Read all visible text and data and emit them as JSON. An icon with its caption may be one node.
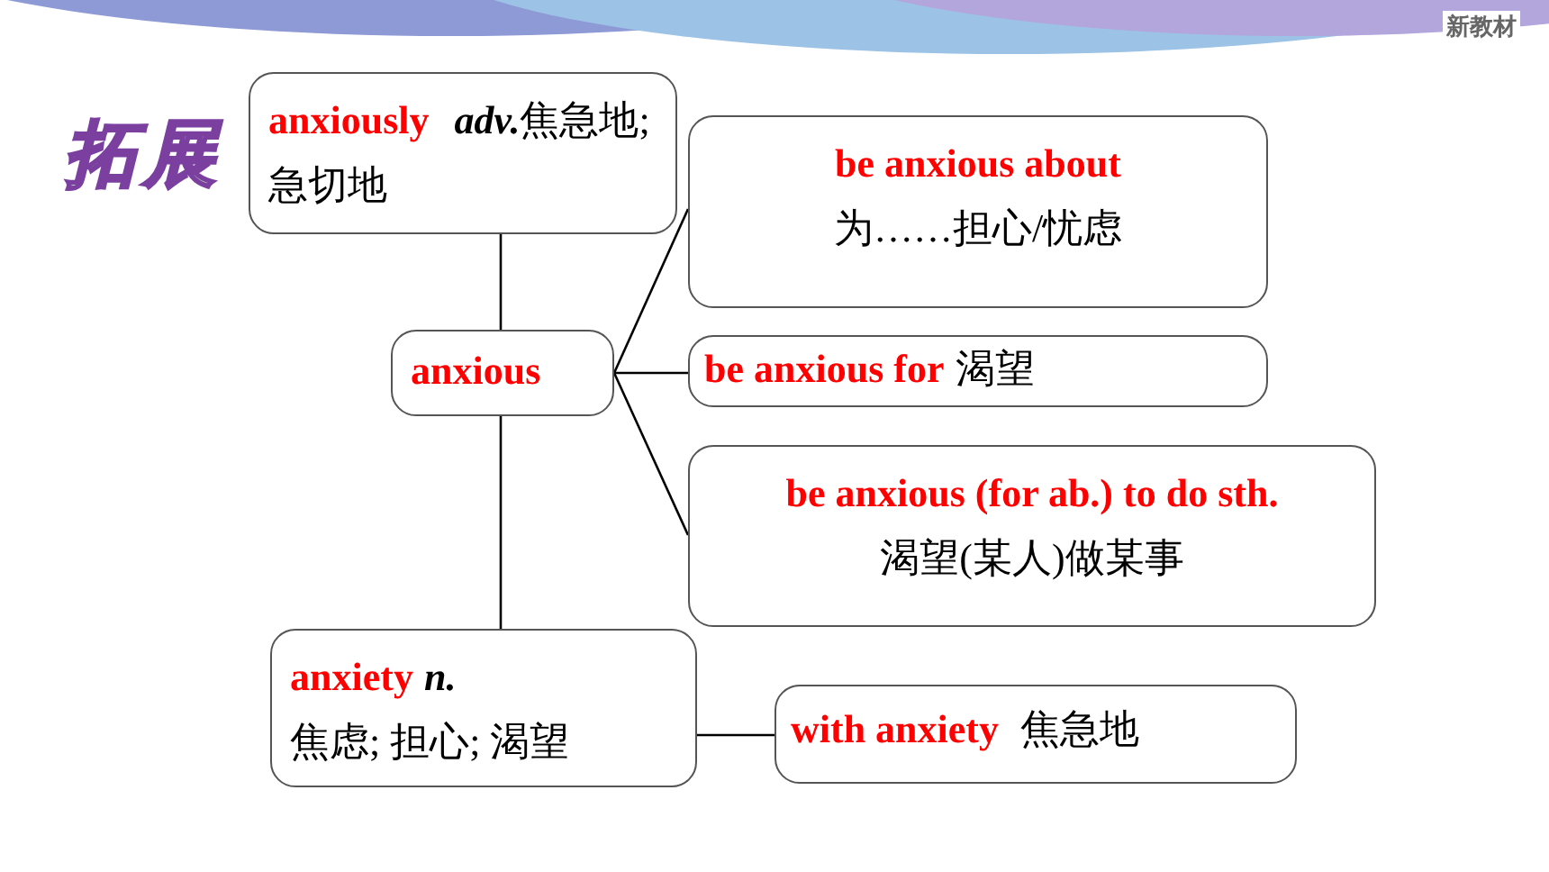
{
  "diagram": {
    "nodes": [
      {
        "text": [
          "anxiously",
          "adv.",
          "焦急地; 急切地"
        ]
      },
      {
        "text": [
          "anxious"
        ]
      },
      {
        "text": [
          "be anxious about",
          "为……担心/忧虑"
        ]
      },
      {
        "text": [
          "be anxious for",
          "渴望"
        ]
      },
      {
        "text": [
          "be anxious (for ab.) to do sth.",
          "渴望(某人)做某事"
        ]
      },
      {
        "text": [
          "anxiety",
          "n.",
          "焦虑; 担心; 渴望"
        ]
      },
      {
        "text": [
          "with anxiety",
          "焦急地"
        ]
      }
    ],
    "edges": [
      {
        "from": 1,
        "to": 0,
        "arrow": "none"
      },
      {
        "from": 1,
        "to": 2,
        "arrow": "none"
      },
      {
        "from": 1,
        "to": 3,
        "arrow": "none"
      },
      {
        "from": 1,
        "to": 4,
        "arrow": "none"
      },
      {
        "from": 1,
        "to": 5,
        "arrow": "none"
      },
      {
        "from": 5,
        "to": 6,
        "arrow": "none"
      }
    ],
    "labels": [
      "拓展",
      "新教材"
    ]
  }
}
